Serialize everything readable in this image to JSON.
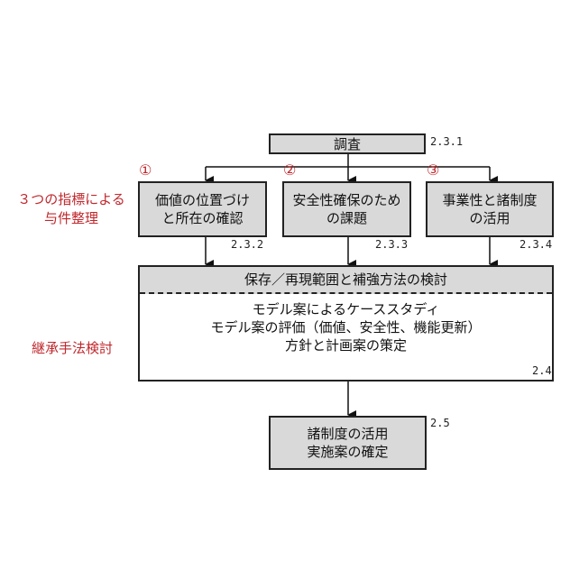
{
  "survey": {
    "label": "調査",
    "section": "2.3.1"
  },
  "indicators_label": [
    "３つの指標による",
    "与件整理"
  ],
  "branches": [
    {
      "marker": "①",
      "lines": [
        "価値の位置づけ",
        "と所在の確認"
      ],
      "section": "2.3.2"
    },
    {
      "marker": "②",
      "lines": [
        "安全性確保のため",
        "の課題"
      ],
      "section": "2.3.3"
    },
    {
      "marker": "③",
      "lines": [
        "事業性と諸制度",
        "の活用"
      ],
      "section": "2.3.4"
    }
  ],
  "method": {
    "header": "保存／再現範囲と補強方法の検討",
    "lines": [
      "モデル案によるケーススタディ",
      "モデル案の評価（価値、安全性、機能更新）",
      "方針と計画案の策定"
    ],
    "section": "2.4",
    "side_label": "継承手法検討"
  },
  "final": {
    "lines": [
      "諸制度の活用",
      "実施案の確定"
    ],
    "section": "2.5"
  },
  "colors": {
    "box_fill": "#d9d9d9",
    "accent_red": "#c0282d"
  }
}
